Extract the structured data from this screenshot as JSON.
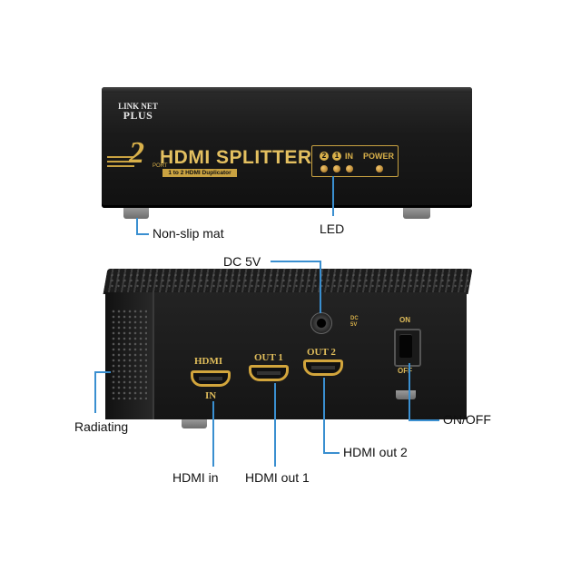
{
  "device": {
    "brand_line1": "LINK NET",
    "brand_line2": "PLUS",
    "number": "2",
    "port_small": "PORT",
    "title": "HDMI SPLITTER",
    "subtitle": "1 to 2 HDMI Duplicator",
    "led_panel": {
      "num2": "2",
      "num1": "1",
      "in_label": "IN",
      "power_label": "POWER"
    },
    "back_ports": {
      "hdmi_in_line1": "HDMI",
      "hdmi_in_line2": "IN",
      "out1": "OUT 1",
      "out2": "OUT 2",
      "dc_label_line1": "DC",
      "dc_label_line2": "5V",
      "switch_on": "ON",
      "switch_off": "OFF"
    }
  },
  "callouts": {
    "non_slip_mat": "Non-slip mat",
    "led": "LED",
    "dc_5v": "DC 5V",
    "radiating": "Radiating",
    "on_off": "ON/OFF",
    "hdmi_out_2": "HDMI out 2",
    "hdmi_in": "HDMI in",
    "hdmi_out_1": "HDMI out 1"
  },
  "colors": {
    "callout_line": "#3a8fd0",
    "gold": "#d8b04a",
    "device_body": "#1a1a1a"
  }
}
